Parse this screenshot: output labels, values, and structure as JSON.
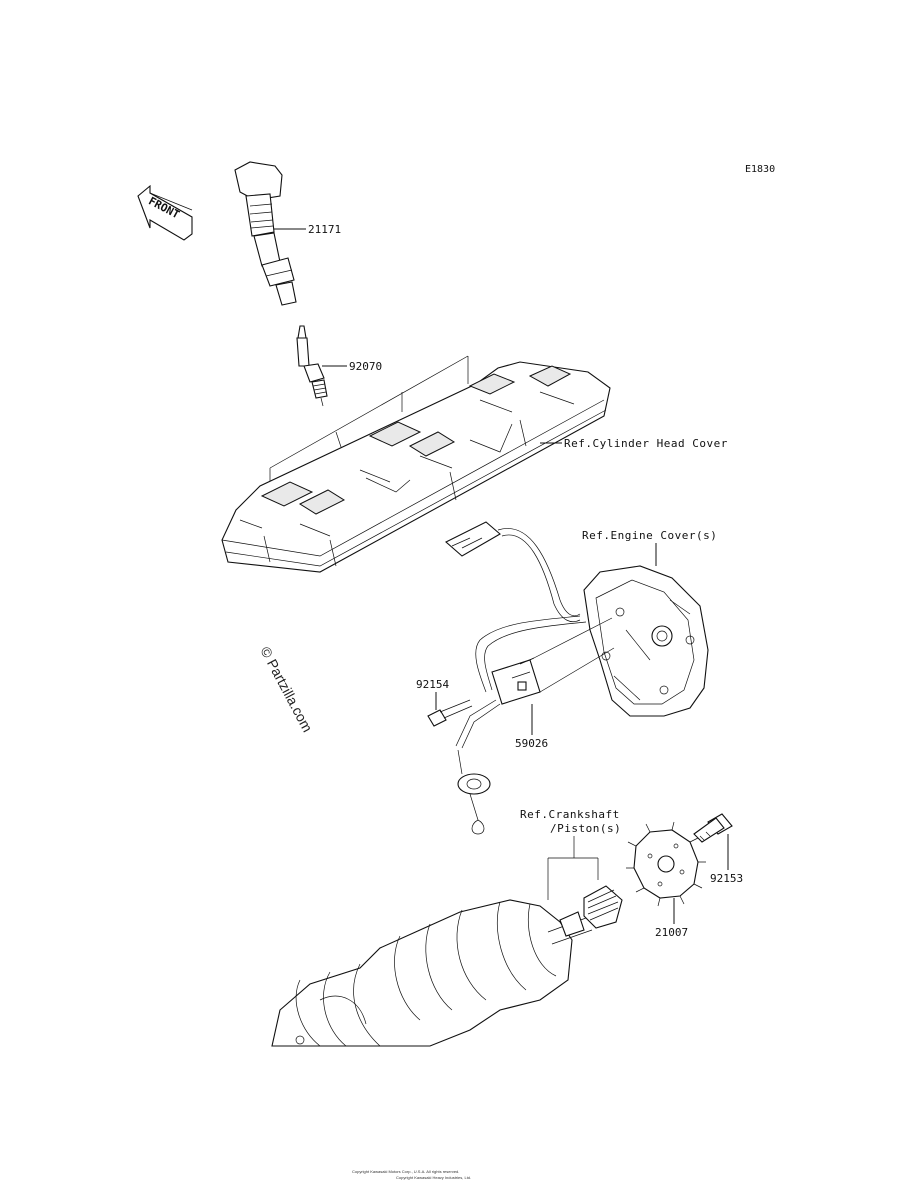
{
  "diagram_code": "E1830",
  "front_label": "FRONT",
  "watermark": "© Partzilla.com",
  "parts": {
    "ignition_coil": "21171",
    "spark_plug": "92070",
    "bolt_small": "92154",
    "pickup_coil": "59026",
    "bolt_rotor": "92153",
    "timing_rotor": "21007"
  },
  "references": {
    "cylinder_head_cover": "Ref.Cylinder Head Cover",
    "engine_cover": "Ref.Engine Cover(s)",
    "crankshaft_line1": "Ref.Crankshaft",
    "crankshaft_line2": "/Piston(s)"
  },
  "footer": {
    "line1": "Copyright Kawasaki Motors Corp., U.S.A. All rights reserved.",
    "line2": "Copyright Kawasaki Heavy Industries, Ltd."
  }
}
